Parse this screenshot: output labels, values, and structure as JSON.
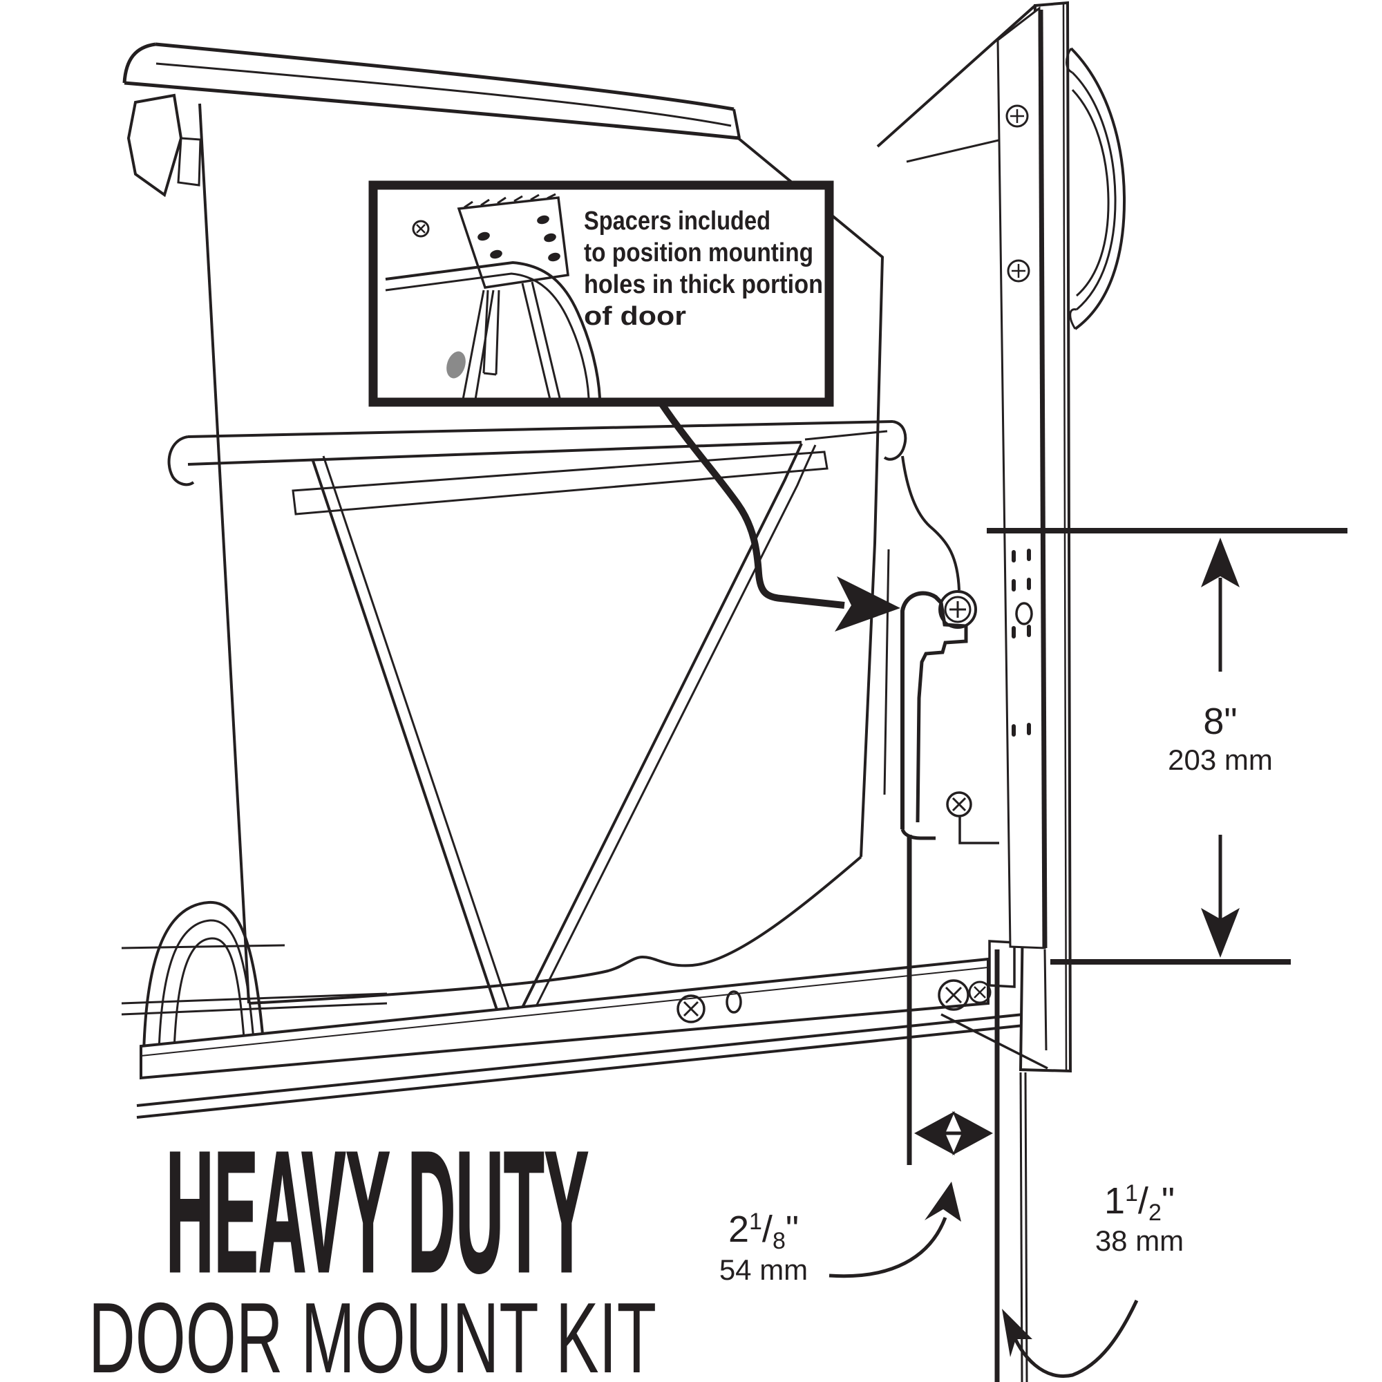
{
  "meta": {
    "background_color": "#ffffff",
    "ink_color": "#231f20",
    "drawing_type": "installation line diagram"
  },
  "title": {
    "line1": "HEAVY DUTY",
    "line2": "DOOR MOUNT KIT"
  },
  "callout": {
    "lines": [
      "Spacers included",
      "to position mounting",
      "holes in thick portion",
      "of door"
    ]
  },
  "dimensions": {
    "fraction_slash": "/",
    "bracket_height": {
      "inches": "8\"",
      "mm": "203 mm"
    },
    "bracket_to_door": {
      "whole": "2",
      "numerator": "1",
      "denominator": "8",
      "unit_mark": "\"",
      "mm": "54 mm"
    },
    "door_thickness": {
      "whole": "1",
      "numerator": "1",
      "denominator": "2",
      "unit_mark": "\"",
      "mm": "38 mm"
    }
  },
  "icons": {
    "screws": "phillips-screw-icon",
    "arrows": [
      "up-arrow-icon",
      "down-arrow-icon",
      "double-headed-arrow-icon",
      "curved-leader-arrow-icon"
    ]
  }
}
